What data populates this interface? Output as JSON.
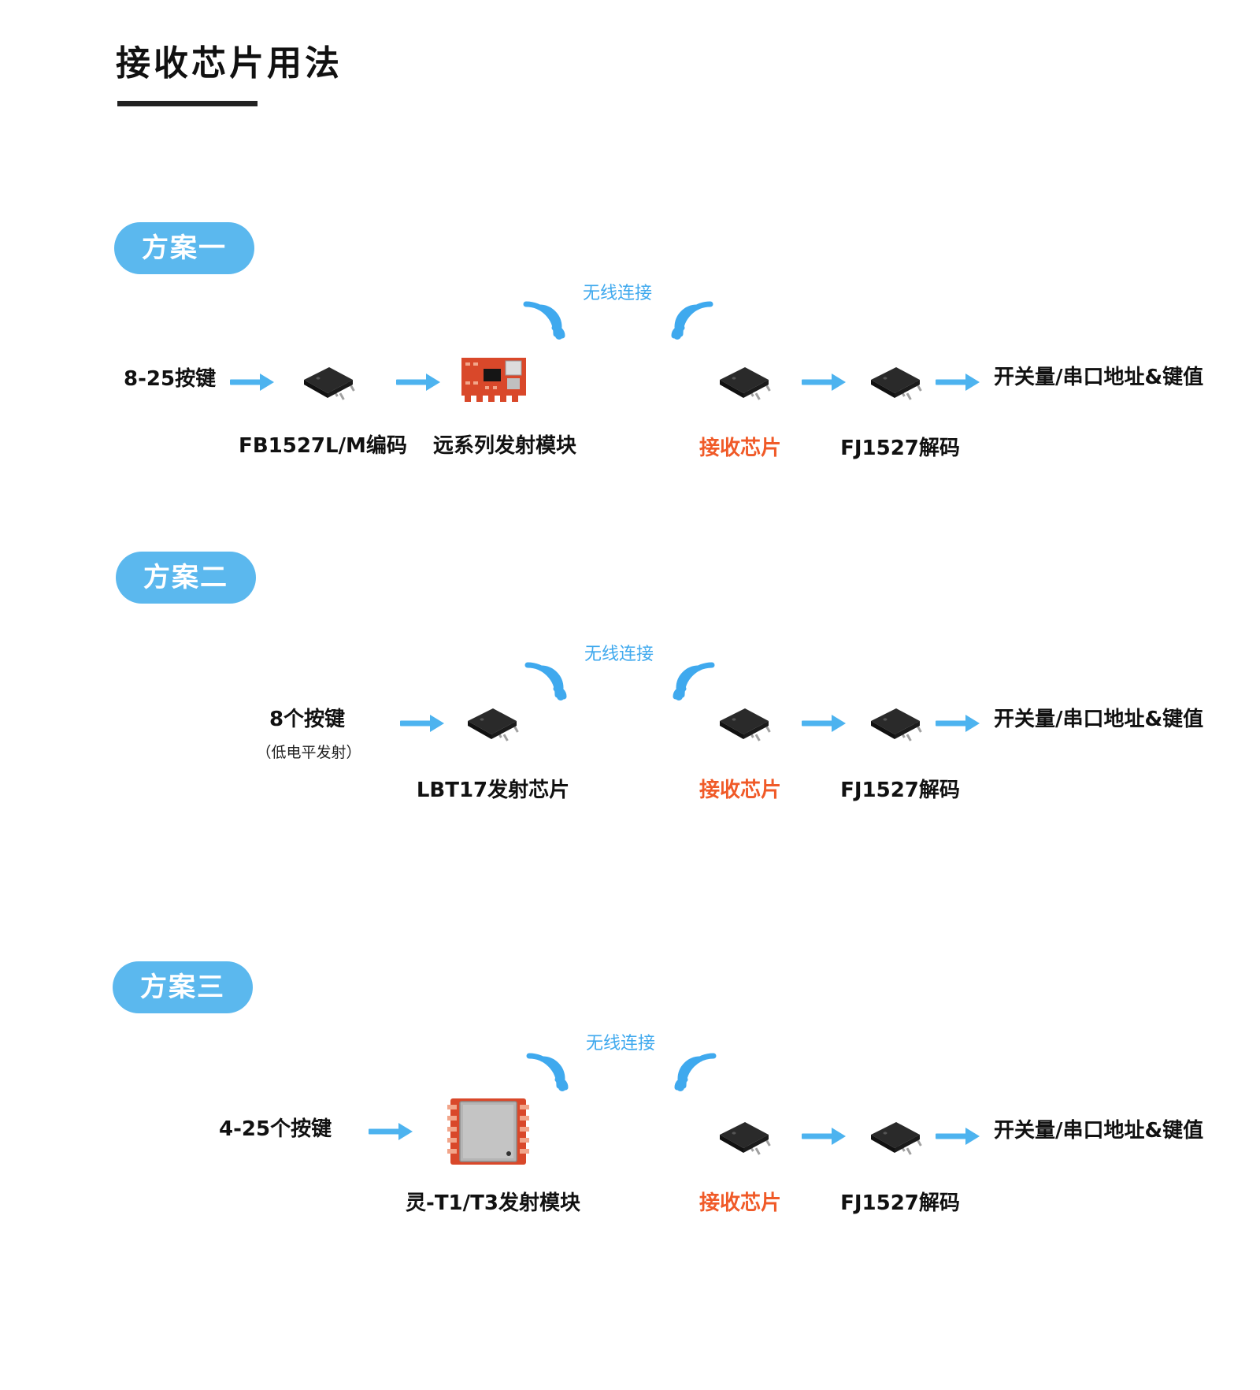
{
  "page": {
    "title": "接收芯片用法"
  },
  "colors": {
    "accent": "#5bb8ee",
    "arrow": "#4db3ef",
    "highlight": "#f05a28",
    "chip": "#2a2a2a",
    "pcb_red": "#d9482a",
    "shield": "#b5b5b5"
  },
  "icons": [
    "wifi-wave-icon",
    "arrow-right-icon",
    "chip-icon",
    "pcb-module-icon",
    "shield-module-icon"
  ],
  "schemes": [
    {
      "badge": "方案一",
      "wireless": "无线连接",
      "input": "8-25按键",
      "encoder": "FB1527L/M编码",
      "transmitter": "远系列发射模块",
      "receiver": "接收芯片",
      "decoder": "FJ1527解码",
      "output": "开关量/串口地址&键值"
    },
    {
      "badge": "方案二",
      "wireless": "无线连接",
      "input": "8个按键",
      "input_note": "（低电平发射）",
      "transmitter": "LBT17发射芯片",
      "receiver": "接收芯片",
      "decoder": "FJ1527解码",
      "output": "开关量/串口地址&键值"
    },
    {
      "badge": "方案三",
      "wireless": "无线连接",
      "input": "4-25个按键",
      "transmitter": "灵-T1/T3发射模块",
      "receiver": "接收芯片",
      "decoder": "FJ1527解码",
      "output": "开关量/串口地址&键值"
    }
  ]
}
